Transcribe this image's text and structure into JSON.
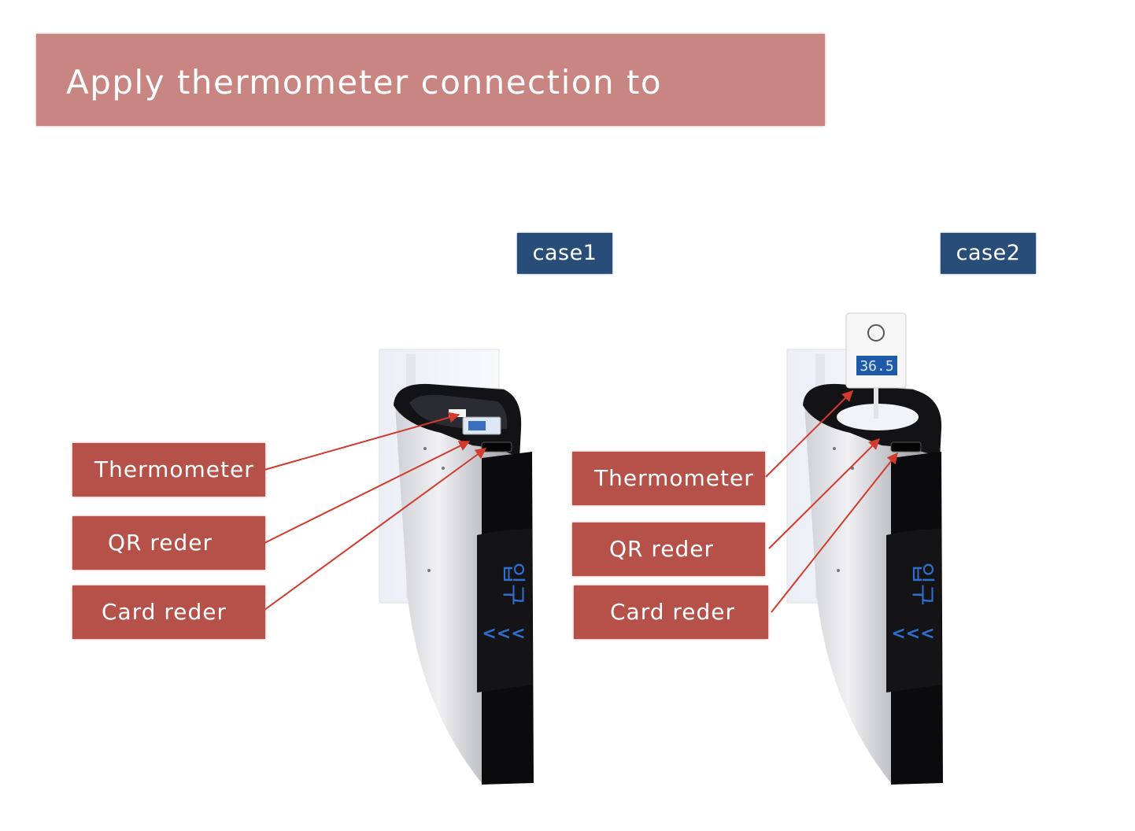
{
  "title": "Apply thermometer connection to Gateway",
  "cases": [
    {
      "label": "case1",
      "thermometer_display": ""
    },
    {
      "label": "case2",
      "thermometer_display": "36.5"
    }
  ],
  "labels": {
    "thermometer": "Thermometer",
    "qr_reader": "QR reder",
    "card_reader": "Card reder"
  },
  "gate_sign": {
    "text": "입구",
    "arrows": "<<<"
  },
  "colors": {
    "title_bg": "#c98581",
    "case_badge_bg": "#284d79",
    "label_bg": "#b6514a",
    "leader_line": "#d23a2e",
    "gate_sign": "#2c6fd1"
  }
}
